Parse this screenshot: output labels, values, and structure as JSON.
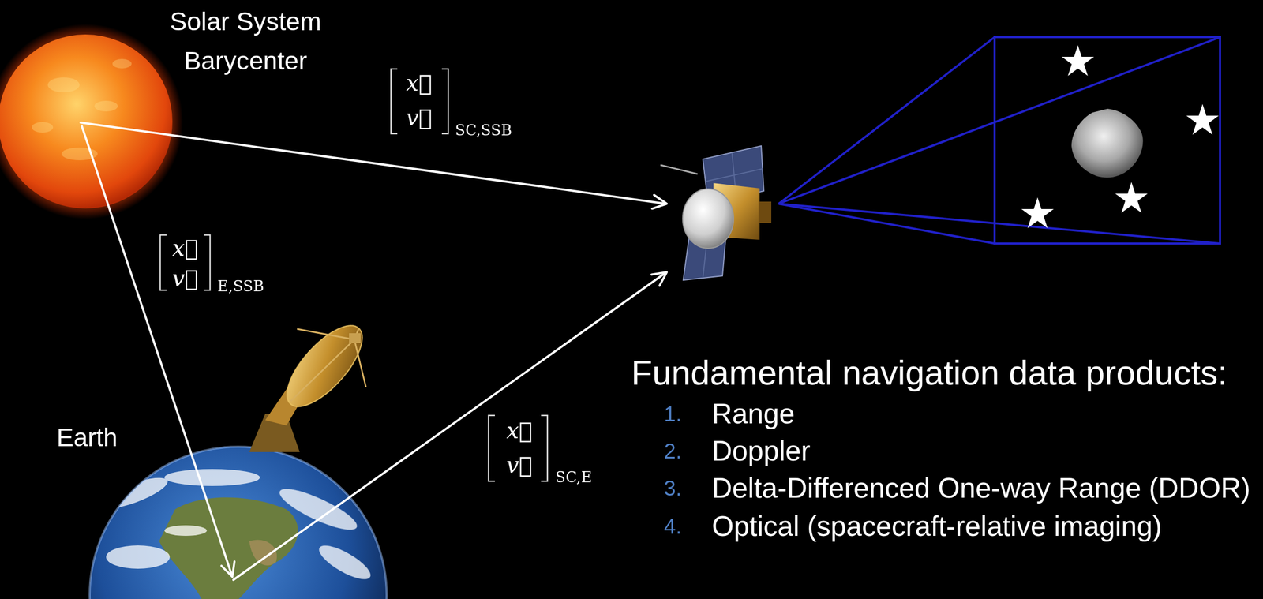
{
  "diagram": {
    "nodes": [
      {
        "text": [
          "Solar System Barycenter"
        ]
      },
      {
        "text": [
          "Earth"
        ]
      }
    ],
    "edges": [
      {
        "from": 0,
        "to": 1,
        "arrow": "to"
      }
    ],
    "labels": [
      "x⃗",
      "v⃗",
      "SC,SSB",
      "x⃗",
      "v⃗",
      "E,SSB",
      "Fundamental navigation data products:",
      "1.",
      "Range",
      "2.",
      "Doppler",
      "3.",
      "Delta-Differenced One-way Range (DDOR)",
      "4.",
      "Optical (spacecraft-relative imaging)",
      "x⃗",
      "v⃗",
      "SC,E"
    ]
  }
}
